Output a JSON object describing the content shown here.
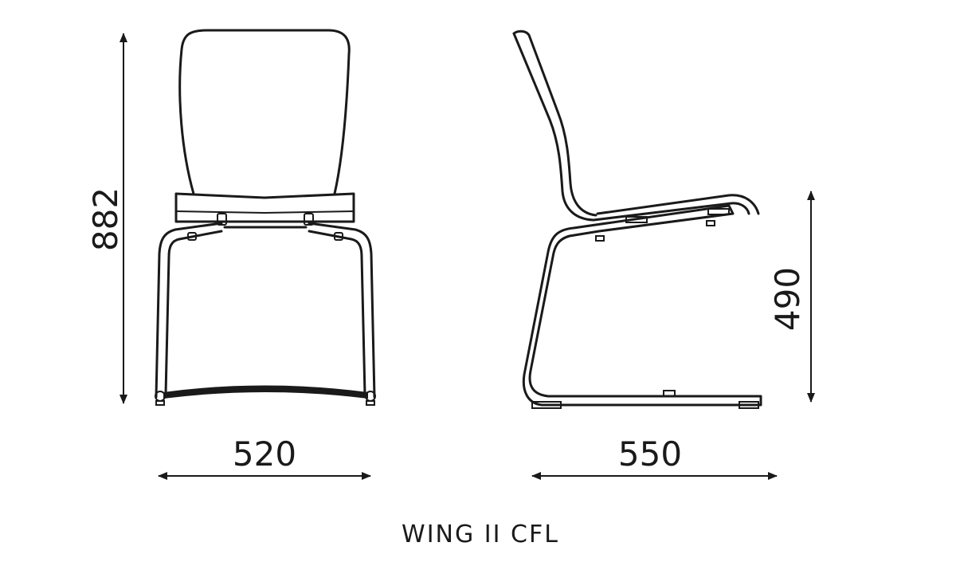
{
  "title": "WING II CFL",
  "dimensions": {
    "height_total": "882",
    "seat_height": "490",
    "width": "520",
    "depth": "550"
  },
  "colors": {
    "line": "#1a1a1a",
    "background": "#ffffff"
  }
}
